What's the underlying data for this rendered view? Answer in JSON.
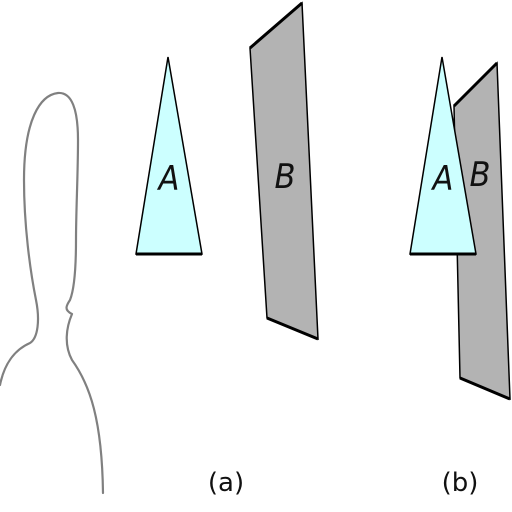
{
  "diagram": {
    "colors": {
      "triangle_fill": "#ccffff",
      "plane_fill": "#b3b3b3",
      "outline": "#000000",
      "profile_stroke": "#808080"
    },
    "labels": {
      "object_a": "A",
      "object_b": "B"
    },
    "captions": {
      "panel_a": "(a)",
      "panel_b": "(b)"
    }
  }
}
